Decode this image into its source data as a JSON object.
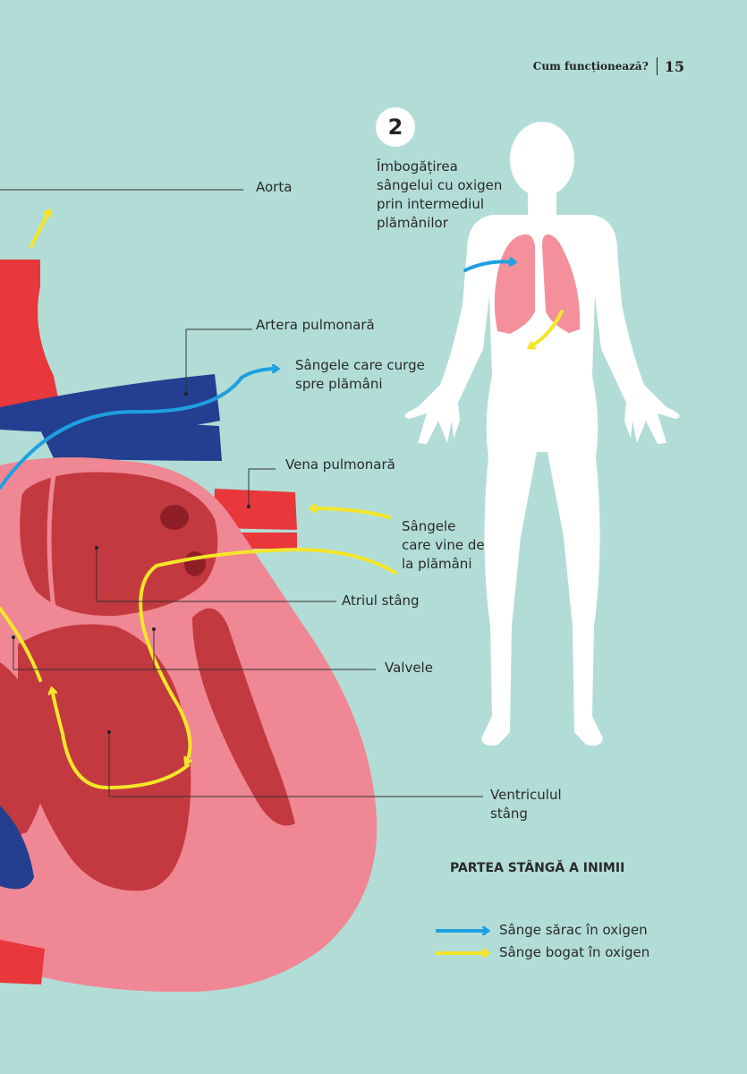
{
  "header": {
    "section": "Cum funcționează?",
    "page_number": "15"
  },
  "step": {
    "number": "2",
    "caption": "Îmbogățirea\nsângelui cu oxigen\nprin intermediul\nplămânilor"
  },
  "labels": {
    "aorta": "Aorta",
    "pulmonary_artery": "Artera pulmonară",
    "blood_to_lungs": "Sângele care curge\nspre plămâni",
    "pulmonary_vein": "Vena pulmonară",
    "blood_from_lungs": "Sângele\ncare vine de\nla plămâni",
    "left_atrium": "Atriul stâng",
    "valves": "Valvele",
    "left_ventricle": "Ventriculul\nstâng"
  },
  "section_title": "PARTEA STÂNGĂ A INIMII",
  "legend": [
    {
      "label": "Sânge sărac în oxigen",
      "color": "#1ea0e0"
    },
    {
      "label": "Sânge bogat în oxigen",
      "color": "#f5e62a"
    }
  ],
  "colors": {
    "background": "#b2ddd6",
    "heart_pink": "#f08794",
    "heart_dark": "#c2393f",
    "heart_darker": "#8f1f27",
    "vessel_red": "#e8383c",
    "vessel_blue": "#243f8f",
    "lungs": "#f3909b",
    "body": "#ffffff",
    "oxygen_poor": "#1ea0e0",
    "oxygen_rich": "#f5e62a"
  }
}
